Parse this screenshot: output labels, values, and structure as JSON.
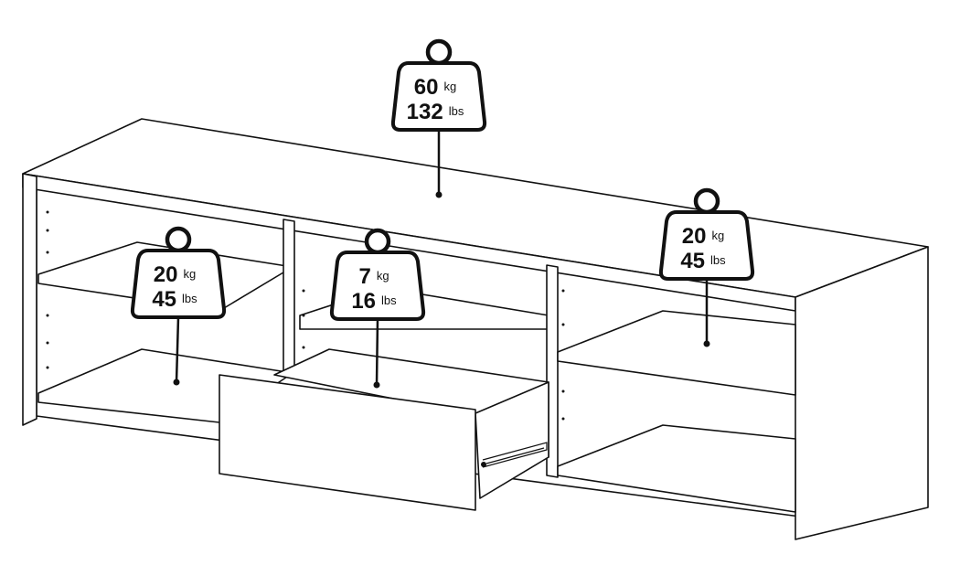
{
  "load_labels": [
    {
      "id": "top",
      "value1": "60",
      "unit1": "kg",
      "value2": "132",
      "unit2": "lbs"
    },
    {
      "id": "left-shelf",
      "value1": "20",
      "unit1": "kg",
      "value2": "45",
      "unit2": "lbs"
    },
    {
      "id": "drawer",
      "value1": "7",
      "unit1": "kg",
      "value2": "16",
      "unit2": "lbs"
    },
    {
      "id": "right-shelf",
      "value1": "20",
      "unit1": "kg",
      "value2": "45",
      "unit2": "lbs"
    }
  ]
}
